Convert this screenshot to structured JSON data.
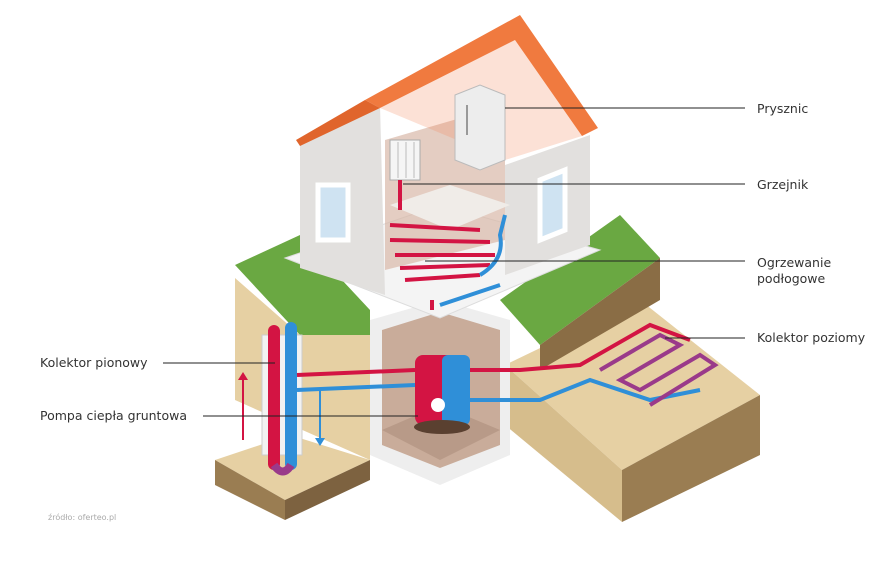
{
  "labels": {
    "shower": "Prysznic",
    "radiator": "Grzejnik",
    "floor_heating_line1": "Ogrzewanie",
    "floor_heating_line2": "podłogowe",
    "horizontal_collector": "Kolektor poziomy",
    "vertical_collector": "Kolektor pionowy",
    "heat_pump": "Pompa ciepła gruntowa"
  },
  "source": "źródło: oferteo.pl",
  "colors": {
    "hot": "#d31443",
    "cold": "#2f8fd8",
    "roof": "#f07a3f",
    "grass": "#6aa842",
    "soil": "#e8d3a6"
  }
}
